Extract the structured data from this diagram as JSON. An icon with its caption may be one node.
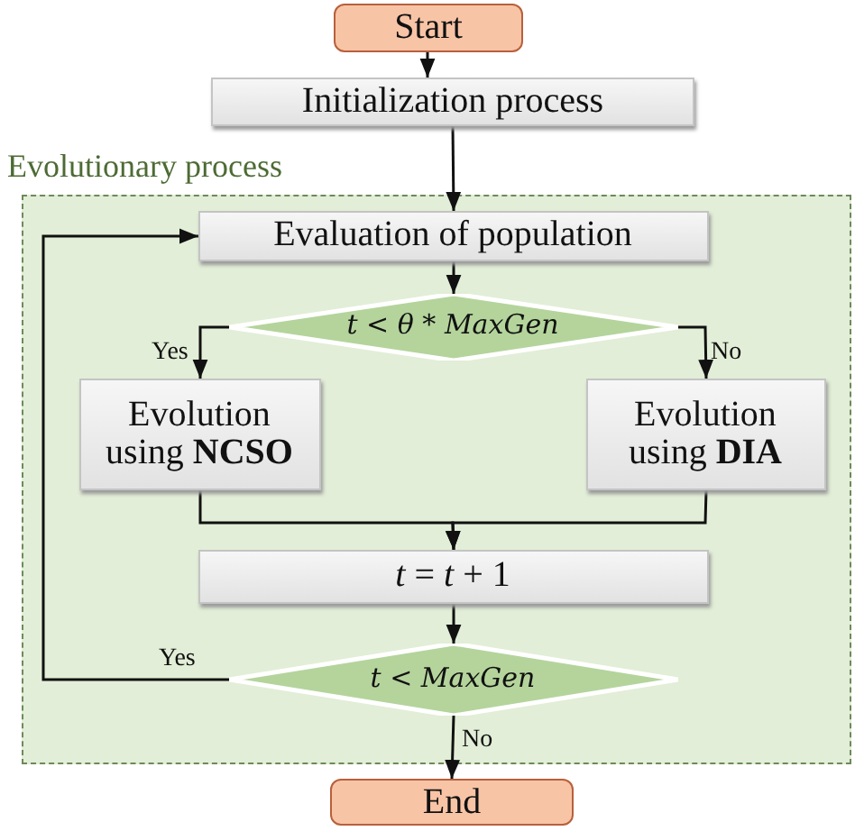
{
  "diagram": {
    "nodes": [
      {
        "text": [
          "Start"
        ]
      },
      {
        "text": [
          "Initialization process"
        ]
      },
      {
        "text": [
          "Evolutionary process"
        ]
      },
      {
        "text": [
          "Evaluation of population"
        ],
        "in": 2
      },
      {
        "text": [
          "t < θ * MaxGen"
        ],
        "in": 2
      },
      {
        "text": [
          "Evolution using **NCSO**"
        ],
        "in": 2
      },
      {
        "text": [
          "Evolution using **DIA**"
        ],
        "in": 2
      },
      {
        "text": [
          "*t* = *t* + 1"
        ],
        "in": 2
      },
      {
        "text": [
          "t < MaxGen"
        ],
        "in": 2
      },
      {
        "text": [
          "End"
        ]
      }
    ],
    "edges": [
      {
        "from": 0,
        "to": 1,
        "arrow": "to"
      },
      {
        "from": 1,
        "to": 3,
        "arrow": "to"
      },
      {
        "from": 3,
        "to": 4,
        "arrow": "to"
      },
      {
        "from": 4,
        "to": 5,
        "arrow": "to",
        "label": "Yes"
      },
      {
        "from": 4,
        "to": 6,
        "arrow": "to",
        "label": "No"
      },
      {
        "from": 5,
        "to": 7,
        "arrow": "to"
      },
      {
        "from": 6,
        "to": 7,
        "arrow": "to"
      },
      {
        "from": 7,
        "to": 8,
        "arrow": "to"
      },
      {
        "from": 8,
        "to": 3,
        "arrow": "to",
        "label": "Yes"
      },
      {
        "from": 8,
        "to": 9,
        "arrow": "to",
        "label": "No"
      }
    ]
  }
}
